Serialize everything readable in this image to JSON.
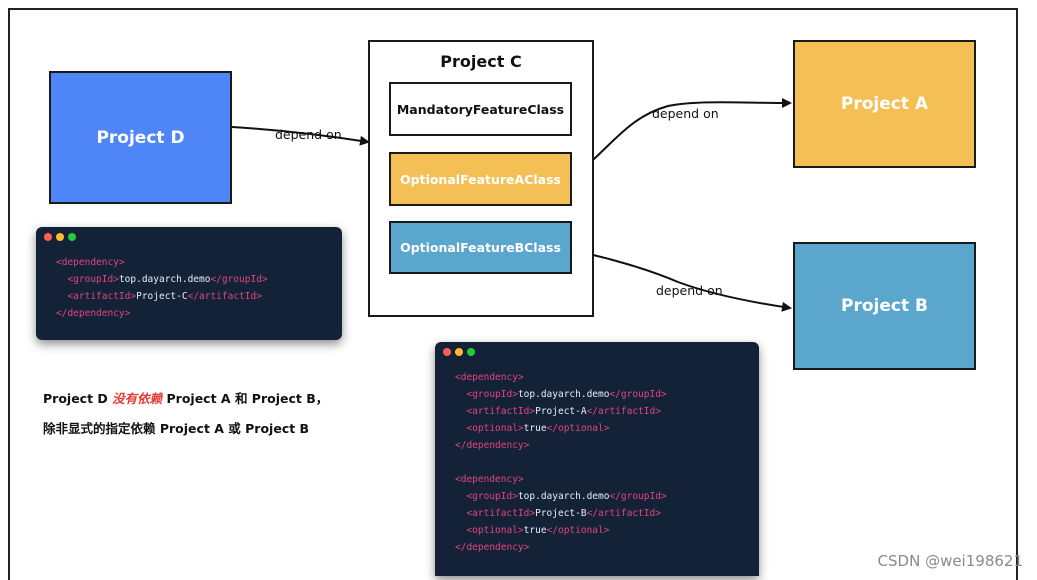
{
  "colors": {
    "project_d": "#4f86f7",
    "project_a": "#f4c056",
    "project_b": "#5ba6cc",
    "optional_a": "#f4c056",
    "optional_b": "#5ba6cc",
    "code_bg": "#142238",
    "tag": "#e0467c",
    "emphasis": "#e53935"
  },
  "diagram": {
    "project_d": "Project D",
    "project_c": "Project C",
    "project_a": "Project A",
    "project_b": "Project B",
    "mandatory_class": "MandatoryFeatureClass",
    "optional_a_class": "OptionalFeatureAClass",
    "optional_b_class": "OptionalFeatureBClass",
    "edge_d_c": "depend on",
    "edge_c_a": "depend on",
    "edge_c_b": "depend on"
  },
  "code_left": {
    "lines": [
      {
        "indent": "",
        "open": "<dependency>",
        "text": "",
        "close": ""
      },
      {
        "indent": "  ",
        "open": "<groupId>",
        "text": "top.dayarch.demo",
        "close": "</groupId>"
      },
      {
        "indent": "  ",
        "open": "<artifactId>",
        "text": "Project-C",
        "close": "</artifactId>"
      },
      {
        "indent": "",
        "open": "</dependency>",
        "text": "",
        "close": ""
      }
    ]
  },
  "code_right": {
    "lines": [
      {
        "indent": "",
        "open": "<dependency>",
        "text": "",
        "close": ""
      },
      {
        "indent": "  ",
        "open": "<groupId>",
        "text": "top.dayarch.demo",
        "close": "</groupId>"
      },
      {
        "indent": "  ",
        "open": "<artifactId>",
        "text": "Project-A",
        "close": "</artifactId>"
      },
      {
        "indent": "  ",
        "open": "<optional>",
        "text": "true",
        "close": "</optional>"
      },
      {
        "indent": "",
        "open": "</dependency>",
        "text": "",
        "close": ""
      },
      {
        "indent": "",
        "open": "",
        "text": "",
        "close": ""
      },
      {
        "indent": "",
        "open": "<dependency>",
        "text": "",
        "close": ""
      },
      {
        "indent": "  ",
        "open": "<groupId>",
        "text": "top.dayarch.demo",
        "close": "</groupId>"
      },
      {
        "indent": "  ",
        "open": "<artifactId>",
        "text": "Project-B",
        "close": "</artifactId>"
      },
      {
        "indent": "  ",
        "open": "<optional>",
        "text": "true",
        "close": "</optional>"
      },
      {
        "indent": "",
        "open": "</dependency>",
        "text": "",
        "close": ""
      }
    ]
  },
  "note": {
    "line1_a": "Project D ",
    "line1_em": "没有依赖",
    "line1_b": " Project A 和 Project B，",
    "line2": "除非显式的指定依赖 Project A 或 Project B"
  },
  "watermark": "CSDN @wei198621"
}
